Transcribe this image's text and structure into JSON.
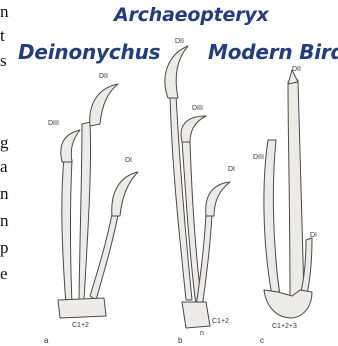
{
  "body_text": {
    "lines": [
      "n",
      "t",
      "s",
      "g",
      "a",
      "n",
      "n",
      "p",
      "e"
    ]
  },
  "headings": {
    "archaeopteryx": "Archaeopteryx",
    "deinonychus": "Deinonychus",
    "modern_bird": "Modern Bird"
  },
  "labels": {
    "deinonychus": {
      "dii": "DII",
      "diii": "DIII",
      "di": "DI",
      "carpal": "C1+2",
      "panel": "a"
    },
    "archaeopteryx": {
      "dii": "DII",
      "diii": "DIII",
      "di": "DI",
      "carpal": "C1+2",
      "n": "n",
      "panel": "b"
    },
    "modern_bird": {
      "dii": "DII",
      "diii": "DIII",
      "di": "DI",
      "carpal": "C1+2+3",
      "panel": "c"
    }
  },
  "colors": {
    "heading": "#1f3b8c",
    "bone_fill": "#ecebe8",
    "bone_stroke": "#4a4a4a",
    "text": "#111111"
  }
}
